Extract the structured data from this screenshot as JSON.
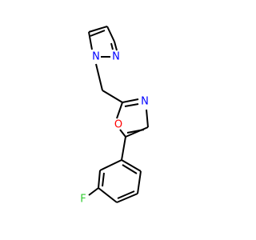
{
  "molecule": {
    "atoms": {
      "n_pyrazole_1": {
        "label": "N",
        "color": "#0000ff"
      },
      "n_pyrazole_2": {
        "label": "N",
        "color": "#0000ff"
      },
      "n_oxazole": {
        "label": "N",
        "color": "#0000ff"
      },
      "o_oxazole": {
        "label": "O",
        "color": "#ff0000"
      },
      "fluorine": {
        "label": "F",
        "color": "#33cc33"
      }
    },
    "bond_color": "#000000"
  }
}
